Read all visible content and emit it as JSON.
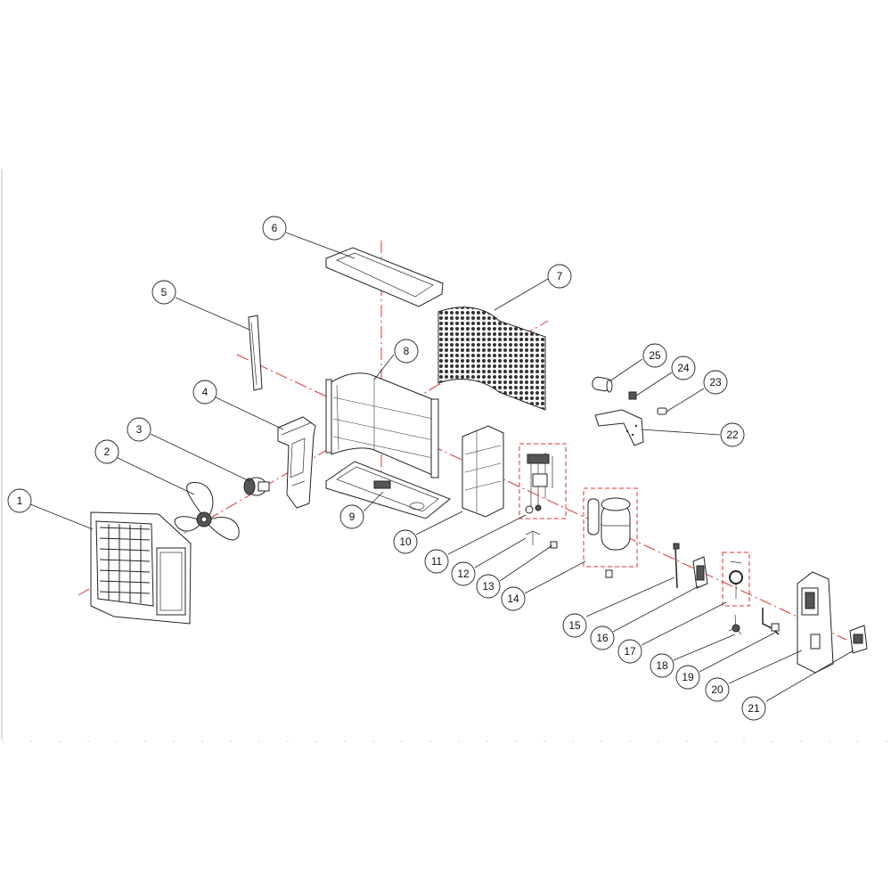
{
  "diagram": {
    "callouts": [
      "1",
      "2",
      "3",
      "4",
      "5",
      "6",
      "7",
      "8",
      "9",
      "10",
      "11",
      "12",
      "13",
      "14",
      "15",
      "16",
      "17",
      "18",
      "19",
      "20",
      "21",
      "22",
      "23",
      "24",
      "25"
    ]
  },
  "colors": {
    "line": "#222222",
    "axis": "#e03030",
    "background": "#ffffff"
  }
}
